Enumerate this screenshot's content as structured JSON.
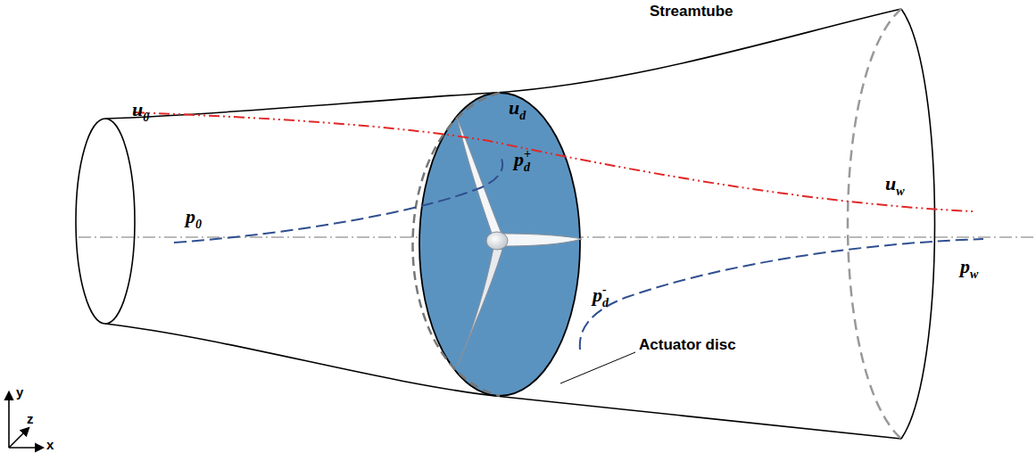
{
  "diagram": {
    "labels": [
      "Streamtube",
      "u0",
      "ud",
      "pd+",
      "p0",
      "pd-",
      "uw",
      "pw",
      "Actuator disc",
      "y",
      "z",
      "x"
    ]
  }
}
